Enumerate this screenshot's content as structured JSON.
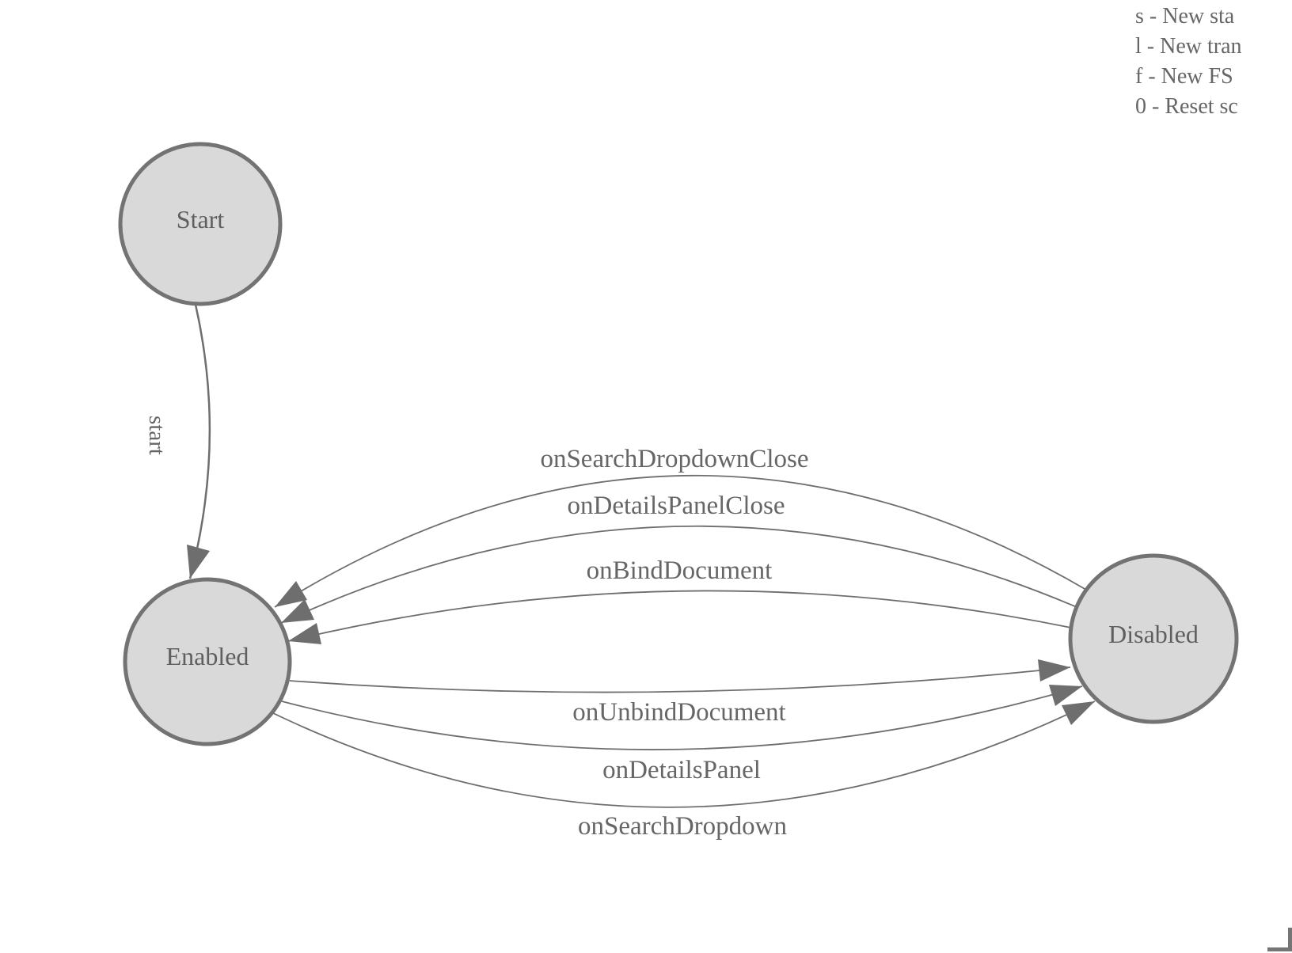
{
  "legend": {
    "lines": [
      {
        "text": "s - New sta"
      },
      {
        "text": "l - New tran"
      },
      {
        "text": "f - New FS"
      },
      {
        "text": "0 - Reset sc"
      }
    ]
  },
  "states": {
    "start": {
      "label": "Start"
    },
    "enabled": {
      "label": "Enabled"
    },
    "disabled": {
      "label": "Disabled"
    }
  },
  "transitions": {
    "start_edge": {
      "label": "start",
      "from": "Start",
      "to": "Enabled"
    },
    "to_enabled": [
      {
        "label": "onSearchDropdownClose",
        "from": "Disabled",
        "to": "Enabled"
      },
      {
        "label": "onDetailsPanelClose",
        "from": "Disabled",
        "to": "Enabled"
      },
      {
        "label": "onBindDocument",
        "from": "Disabled",
        "to": "Enabled"
      }
    ],
    "to_disabled": [
      {
        "label": "onUnbindDocument",
        "from": "Enabled",
        "to": "Disabled"
      },
      {
        "label": "onDetailsPanel",
        "from": "Enabled",
        "to": "Disabled"
      },
      {
        "label": "onSearchDropdown",
        "from": "Enabled",
        "to": "Disabled"
      }
    ]
  },
  "colors": {
    "state_fill": "#d9d9d9",
    "state_stroke": "#737373",
    "edge": "#6e6e6e",
    "arrowhead": "#6e6e6e",
    "label_text": "#666666",
    "legend_text": "#666666"
  }
}
